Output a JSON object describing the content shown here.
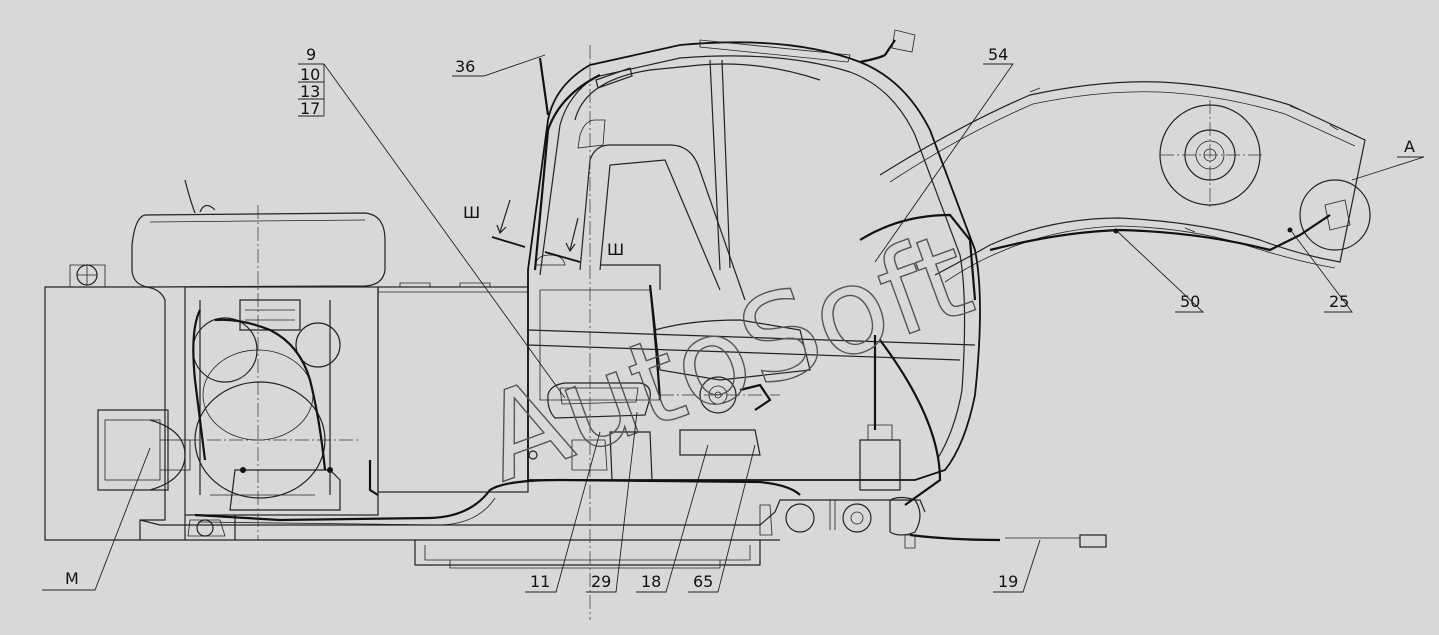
{
  "callouts": {
    "c9": "9",
    "c10": "10",
    "c13": "13",
    "c17": "17",
    "c36": "36",
    "c54": "54",
    "cA": "A",
    "c50": "50",
    "c25": "25",
    "cM": "M",
    "c11": "11",
    "c29": "29",
    "c18": "18",
    "c65": "65",
    "c19": "19",
    "view_left": "Ш",
    "view_right": "Ш"
  },
  "watermark": "AutoSoft"
}
